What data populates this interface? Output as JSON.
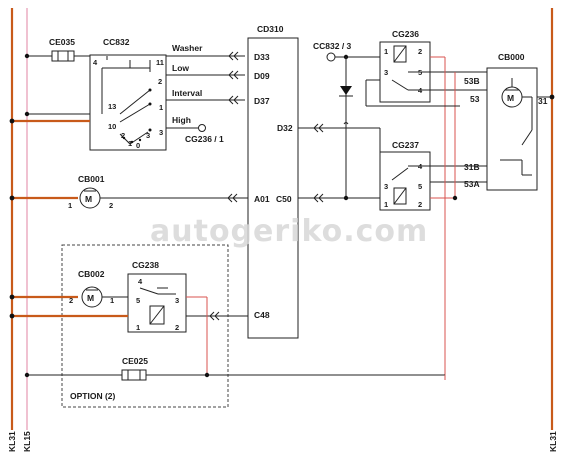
{
  "components": {
    "cc832": "CC832",
    "cd310": "CD310",
    "ce035": "CE035",
    "cg236": "CG236",
    "cg237": "CG237",
    "cb000": "CB000",
    "cb001": "CB001",
    "cb002": "CB002",
    "cg238": "CG238",
    "ce025": "CE025",
    "cc832_3": "CC832 / 3",
    "cg236_1": "CG236 / 1"
  },
  "switch_labels": {
    "washer": "Washer",
    "low": "Low",
    "interval": "Interval",
    "high": "High"
  },
  "cd310_pins": {
    "d33": "D33",
    "d09": "D09",
    "d37": "D37",
    "d32": "D32",
    "a01": "A01",
    "c50": "C50",
    "c48": "C48"
  },
  "motor_pins": {
    "p53b": "53B",
    "p53": "53",
    "p31b": "31B",
    "p53a": "53A",
    "p31": "31"
  },
  "motor_symbol": "M",
  "pin_numbers": {
    "n1": "1",
    "n2": "2",
    "n3": "3",
    "n4": "4",
    "n5": "5",
    "n10": "10",
    "n11": "11",
    "n13": "13",
    "n0": "0"
  },
  "option_label": "OPTION (2)",
  "rails": {
    "kl31_left": "KL31",
    "kl15": "KL15",
    "kl31_right": "KL31"
  },
  "watermark": "autogeriko.com",
  "colors": {
    "wire": "#222222",
    "red_wire": "#d9534f",
    "orange_wire": "#c85a1a",
    "pink_rail": "#e8a0b8"
  }
}
